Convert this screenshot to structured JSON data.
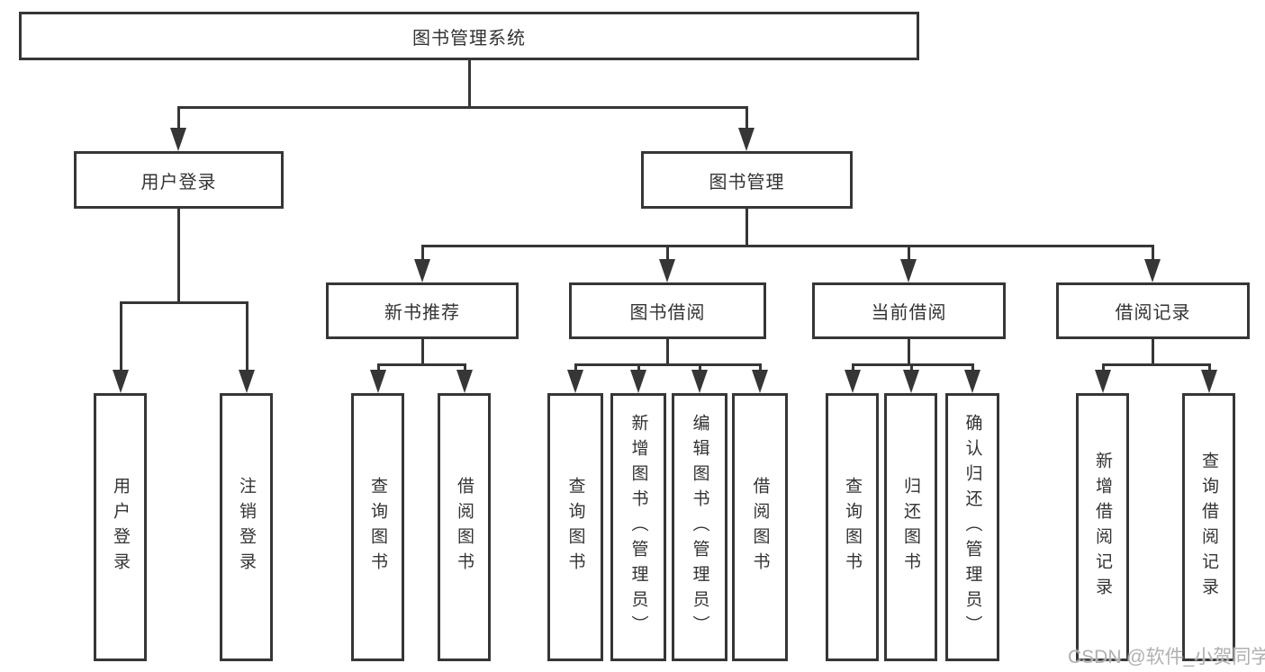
{
  "colors": {
    "line": "#363636",
    "text": "#333333",
    "watermark": "#b0b0b0",
    "background": "#ffffff"
  },
  "nodes": {
    "root": {
      "label": "图书管理系统"
    },
    "user_login": {
      "label": "用户登录"
    },
    "book_management": {
      "label": "图书管理"
    },
    "new_books": {
      "label": "新书推荐"
    },
    "book_borrow": {
      "label": "图书借阅"
    },
    "current_borrow": {
      "label": "当前借阅"
    },
    "borrow_records": {
      "label": "借阅记录"
    }
  },
  "leaves": {
    "user_login": [
      "用户登录",
      "注销登录"
    ],
    "new_books": [
      "查询图书",
      "借阅图书"
    ],
    "book_borrow": [
      "查询图书",
      "新增图书（管理员）",
      "编辑图书（管理员）",
      "借阅图书"
    ],
    "current_borrow": [
      "查询图书",
      "归还图书",
      "确认归还（管理员）"
    ],
    "borrow_records": [
      "新增借阅记录",
      "查询借阅记录"
    ]
  },
  "watermark": "CSDN @软件_小贺同学"
}
